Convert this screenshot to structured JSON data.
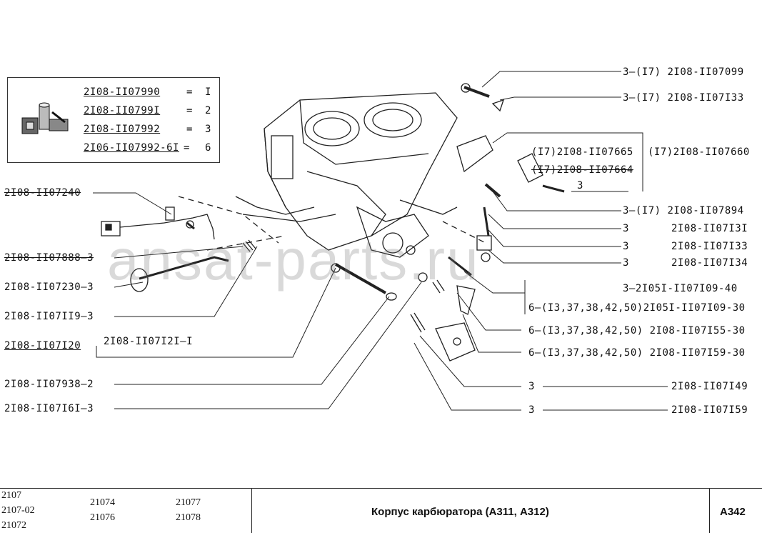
{
  "legend": {
    "rows": [
      {
        "code": "2I08-II07990",
        "eq": "=",
        "qty": "I"
      },
      {
        "code": "2I08-II0799I",
        "eq": "=",
        "qty": "2"
      },
      {
        "code": "2I08-II07992",
        "eq": "=",
        "qty": "3"
      },
      {
        "code": "2I06-II07992-6I",
        "eq": "=",
        "qty": "6"
      }
    ]
  },
  "callouts_right": [
    "3—(I7) 2I08-II07099",
    "3—(I7) 2I08-II07I33",
    "(I7)2I08-II07665",
    "(I7)2I08-II07660",
    "(I7)2I08-II07664",
    "3",
    "3—(I7) 2I08-II07894",
    "3",
    "2I08-II07I3I",
    "3",
    "2I08-II07I33",
    "3",
    "2I08-II07I34",
    "3—2I05I-II07I09-40",
    "6—(I3,37,38,42,50)2I05I-II07I09-30",
    "6—(I3,37,38,42,50) 2I08-II07I55-30",
    "6—(I3,37,38,42,50) 2I08-II07I59-30",
    "3",
    "2I08-II07I49",
    "3",
    "2I08-II07I59"
  ],
  "callouts_left": [
    "2I08-II07240",
    "2I08-II07888—3",
    "2I08-II07230—3",
    "2I08-II07II9—3",
    "2I08-II07I20",
    "2I08-II07I2I—I",
    "2I08-II07938—2",
    "2I08-II07I6I—3"
  ],
  "watermark": "ansat-parts.ru",
  "footer": {
    "models_col1": [
      "2107",
      "2107-02",
      "21072"
    ],
    "models_col2": [
      "21074",
      "21076"
    ],
    "models_col3": [
      "21077",
      "21078"
    ],
    "title": "Корпус карбюратора (А311, А312)",
    "code": "А342"
  }
}
